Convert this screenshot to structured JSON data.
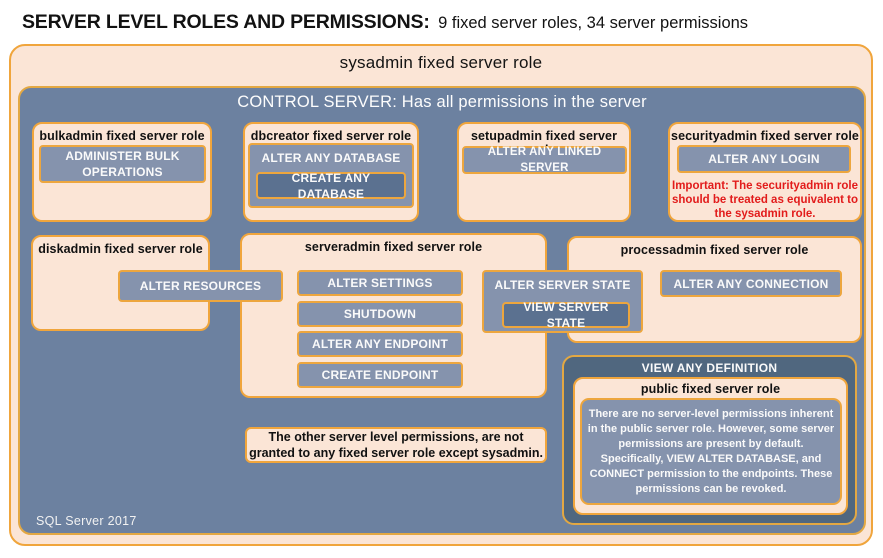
{
  "page": {
    "title_bold": "SERVER LEVEL ROLES AND PERMISSIONS:",
    "title_rest": "9 fixed server roles, 34 server permissions"
  },
  "colors": {
    "peach_background": "#FBE5D6",
    "gold_border": "#F0A53C",
    "control_server_blue": "#6C81A0",
    "permission_fill": "#8593AD",
    "permission_dark_fill": "#5B7190",
    "view_any_definition_panel": "#50677F",
    "warning_red": "#E21B1B"
  },
  "sysadmin": {
    "label": "sysadmin fixed server role"
  },
  "control_server": {
    "label": "CONTROL SERVER: Has all permissions in the server",
    "footer": "SQL Server 2017"
  },
  "roles": {
    "bulkadmin": {
      "title": "bulkadmin fixed server role",
      "permission": "ADMINISTER BULK OPERATIONS"
    },
    "dbcreator": {
      "title": "dbcreator fixed server role",
      "outer_permission": "ALTER ANY DATABASE",
      "nested_permission": "CREATE ANY DATABASE"
    },
    "setupadmin": {
      "title": "setupadmin fixed server role",
      "permission": "ALTER ANY LINKED SERVER"
    },
    "securityadmin": {
      "title": "securityadmin fixed server role",
      "permission": "ALTER ANY LOGIN",
      "warning": "Important: The securityadmin role should be treated as equivalent to the sysadmin role."
    },
    "diskadmin": {
      "title": "diskadmin fixed server role",
      "permission": "ALTER RESOURCES"
    },
    "serveradmin": {
      "title": "serveradmin fixed server role",
      "permissions": [
        "ALTER SETTINGS",
        "SHUTDOWN",
        "ALTER ANY ENDPOINT",
        "CREATE ENDPOINT"
      ],
      "shared_outer_permission": "ALTER SERVER STATE",
      "shared_nested_permission": "VIEW SERVER STATE"
    },
    "processadmin": {
      "title": "processadmin fixed server role",
      "permission": "ALTER ANY CONNECTION"
    },
    "public": {
      "container_permission": "VIEW ANY DEFINITION",
      "title": "public fixed server role",
      "note": "There are no server-level permissions inherent in the public server role. However, some server permissions are present by default. Specifically, VIEW ALTER DATABASE, and CONNECT permission to the endpoints. These permissions can be revoked."
    }
  },
  "footnote": "The other server level permissions, are not granted to any fixed server role except sysadmin."
}
